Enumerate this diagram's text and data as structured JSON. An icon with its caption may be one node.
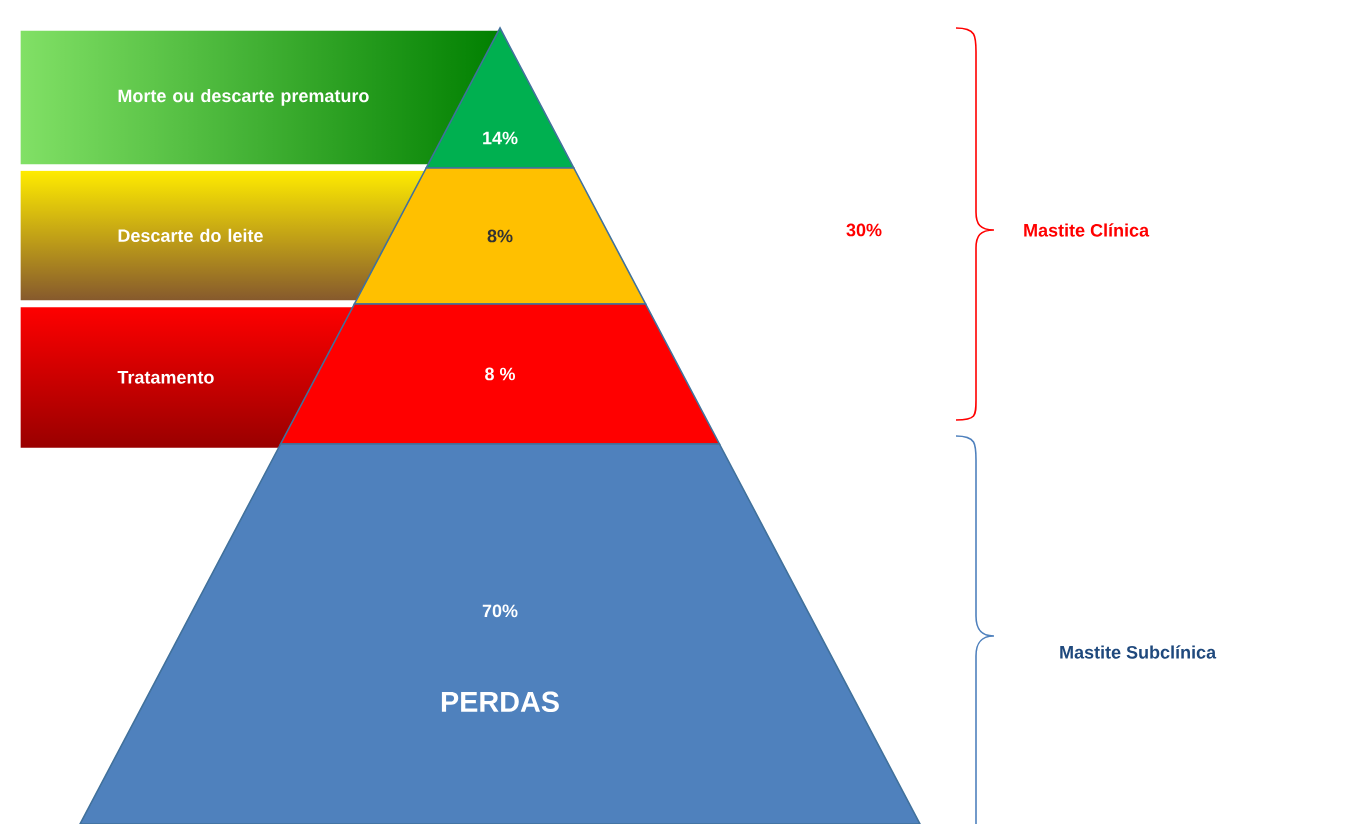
{
  "diagram": {
    "nodes": [
      {
        "text": [
          "Morte ou descarte prematuro"
        ]
      },
      {
        "text": [
          "14%"
        ]
      },
      {
        "text": [
          "Descarte do leite"
        ]
      },
      {
        "text": [
          "8%"
        ]
      },
      {
        "text": [
          "Tratamento"
        ]
      },
      {
        "text": [
          "8 %"
        ]
      },
      {
        "text": [
          "70%",
          "PERDAS"
        ]
      }
    ],
    "labels": [
      "30%",
      "Mastite Clínica",
      "Mastite Subclínica"
    ]
  }
}
